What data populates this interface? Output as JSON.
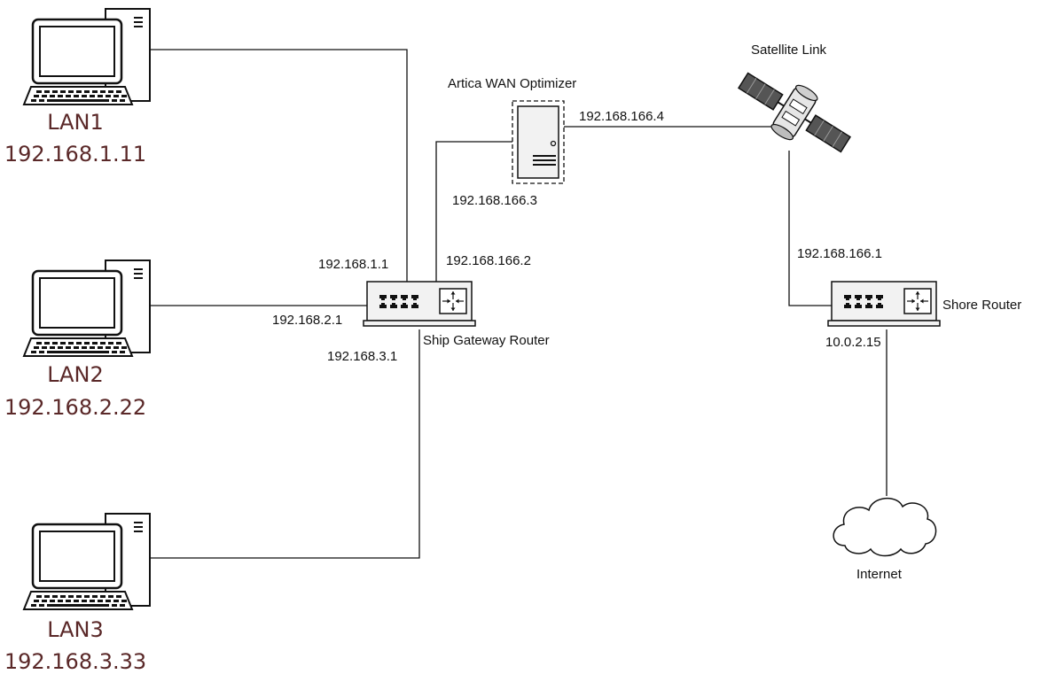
{
  "colors": {
    "line": "#111111",
    "lan_text": "#5a2828",
    "device_fill": "#f2f2f2",
    "text": "#111111"
  },
  "lans": [
    {
      "name": "LAN1",
      "ip": "192.168.1.11"
    },
    {
      "name": "LAN2",
      "ip": "192.168.2.22"
    },
    {
      "name": "LAN3",
      "ip": "192.168.3.33"
    }
  ],
  "ship_router": {
    "label": "Ship Gateway Router",
    "ports": {
      "lan1": "192.168.1.1",
      "lan2": "192.168.2.1",
      "lan3": "192.168.3.1",
      "wan": "192.168.166.2"
    }
  },
  "wan_optimizer": {
    "label": "Artica WAN Optimizer",
    "ip_in": "192.168.166.3",
    "ip_out": "192.168.166.4"
  },
  "satellite": {
    "label": "Satellite Link"
  },
  "shore_router": {
    "label": "Shore Router",
    "ip_in": "192.168.166.1",
    "ip_out": "10.0.2.15"
  },
  "internet": {
    "label": "Internet"
  },
  "icons": {
    "computer": "desktop-computer-icon",
    "router": "router-icon",
    "server": "server-icon",
    "satellite": "satellite-icon",
    "cloud": "cloud-icon"
  }
}
